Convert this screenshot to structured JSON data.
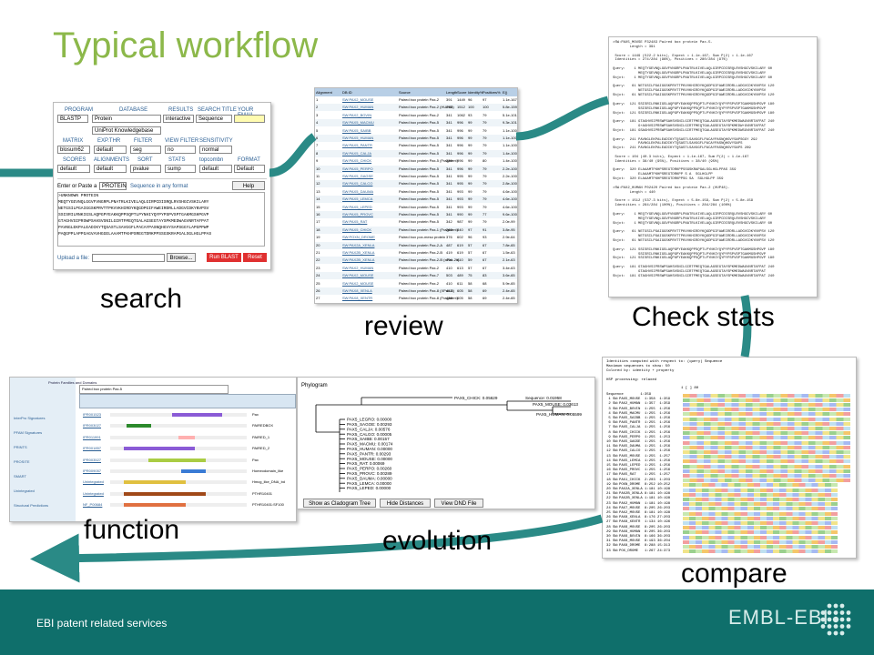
{
  "slide": {
    "title": "Typical workflow",
    "labels": {
      "search": "search",
      "review": "review",
      "check_stats": "Check stats",
      "function": "function",
      "evolution": "evolution",
      "compare": "compare"
    },
    "footer": "EBI patent related services",
    "logo": "EMBL-EBI"
  },
  "colors": {
    "title": "#8cb84a",
    "footer_bg": "#0f6f6b",
    "arrow": "#2a8a86"
  },
  "search_panel": {
    "headers1": [
      "PROGRAM",
      "DATABASE",
      "RESULTS",
      "SEARCH TITLE",
      "YOUR EMAIL"
    ],
    "program": "BLASTP",
    "database": "Protein",
    "results": "interactive",
    "title_value": "Sequence",
    "db2": "UniProt Knowledgebase",
    "headers2": [
      "MATRIX",
      "EXP.THR",
      "FILTER",
      "VIEW FILTER",
      "SENSITIVITY"
    ],
    "row2": [
      "blosum62",
      "default",
      "seg",
      "no",
      "normal"
    ],
    "headers3": [
      "SCORES",
      "ALIGNMENTS",
      "SORT",
      "STATS",
      "topcombn",
      "FORMAT"
    ],
    "row3": [
      "default",
      "default",
      "pvalue",
      "sump",
      "default",
      "Default"
    ],
    "enter_label": "Enter or Paste a",
    "seq_type": "PROTEIN",
    "any_format": "Sequence in any format",
    "help": "Help",
    "sequence": ">UNKNOWN PROTEIN\nMEQTYGEVNQLGGVFVNGRPLPNATRLKIVELAQLGIRPCDISRQLRVSHGCVSKILARY\nNETGSILPGAIGGSKPRVTTPKVVKHIRDYKQGDPGIFAWEIRDRLLADGVCDKYNVPSV\nSSISRILRNKIGSLAQPGPYEAKKQPPSQPTLPYNHIYQYPYPSPVSPTGAKMGSHPGVP\nGTAGHVSIPRSWPSAHSVSNILGIRTFMEQTGALAGSEGTAYSPKMEDWAGVNRTAFPAT\nPAVNGLEKPALEADIKYTQSASTLSAVGGFLPACAYPASNQHGVYSAPSGGYLAPGPPWP\nPAQGPPLAPPGAGVAVHGGELAAAMTFKHPSREGTDRKPPSSGSKRAPGALSGLHGLPPAS",
    "upload_label": "Upload a file:",
    "browse": "Browse...",
    "run": "Run BLAST",
    "reset": "Reset"
  },
  "review_panel": {
    "headers": [
      "Alignment",
      "DB:ID",
      "Source",
      "Length",
      "Score",
      "Identity%",
      "Positives%",
      "E()"
    ],
    "rows": [
      [
        "1",
        "SW:PAX2_MOUSE",
        "Paired box protein Pax-2",
        "391",
        "1449",
        "96",
        "97",
        "1.1e-167"
      ],
      [
        "2",
        "SW:PAX2_HUMAN",
        "Paired box protein Pax-2 (HUP48)",
        "440",
        "1512",
        "100",
        "100",
        "5.8e-159"
      ],
      [
        "3",
        "SW:PAX2_BOVIN",
        "Paired box protein Pax-2",
        "341",
        "1062",
        "93",
        "79",
        "5.1e-101"
      ],
      [
        "4",
        "SW:PAX5_MACMU",
        "Paired box protein Pax-5",
        "341",
        "996",
        "99",
        "79",
        "9.3e-101"
      ],
      [
        "5",
        "SW:PAX5_SAIBB",
        "Paired box protein Pax-5",
        "341",
        "996",
        "99",
        "79",
        "1.1e-100"
      ],
      [
        "6",
        "SW:PAX5_HUMAN",
        "Paired box protein Pax-5",
        "341",
        "996",
        "99",
        "79",
        "1.1e-100"
      ],
      [
        "7",
        "SW:PAX5_PANTR",
        "Paired box protein Pax-5",
        "341",
        "996",
        "99",
        "79",
        "1.1e-100"
      ],
      [
        "8",
        "SW:PAX5_CALJA",
        "Paired box protein Pax-5",
        "341",
        "996",
        "99",
        "79",
        "1.4e-100"
      ],
      [
        "9",
        "SW:PAX5_CHICK",
        "Paired box protein Pax-5 (Fragment)",
        "339",
        "996",
        "99",
        "80",
        "1.4e-100"
      ],
      [
        "10",
        "SW:PAX5_PERPO",
        "Paired box protein Pax-5",
        "341",
        "996",
        "99",
        "79",
        "2.2e-100"
      ],
      [
        "11",
        "SW:PAX5_GAGSE",
        "Paired box protein Pax-5",
        "341",
        "995",
        "99",
        "79",
        "2.2e-100"
      ],
      [
        "12",
        "SW:PAX5_CALCO",
        "Paired box protein Pax-5",
        "341",
        "995",
        "99",
        "79",
        "2.8e-100"
      ],
      [
        "13",
        "SW:PAX5_DAUMA",
        "Paired box protein Pax-5",
        "341",
        "993",
        "99",
        "79",
        "4.6e-100"
      ],
      [
        "14",
        "SW:PAX5_LEMCA",
        "Paired box protein Pax-5",
        "341",
        "993",
        "99",
        "79",
        "4.6e-100"
      ],
      [
        "15",
        "SW:PAX5_LEPED",
        "Paired box protein Pax-5",
        "341",
        "993",
        "99",
        "79",
        "4.6e-100"
      ],
      [
        "16",
        "SW:PAX5_PROVC",
        "Paired box protein Pax-5",
        "341",
        "990",
        "99",
        "77",
        "9.6e-100"
      ],
      [
        "17",
        "SW:PAX5_RAT",
        "Paired box protein Pax-5",
        "342",
        "987",
        "99",
        "79",
        "2.0e-99"
      ],
      [
        "18",
        "SW:PAX5_CHICK",
        "Paired box protein Pax-1 (Fragment)",
        "263",
        "840",
        "97",
        "91",
        "3.8e-95"
      ],
      [
        "19",
        "SW:POXN_DROME",
        "Paired box pox-meso protein",
        "376",
        "602",
        "96",
        "93",
        "2.9e-64"
      ],
      [
        "20",
        "SW:PAX2A_XENLA",
        "Paired box protein Pax-2-A",
        "487",
        "619",
        "57",
        "67",
        "7.8e-65"
      ],
      [
        "21",
        "SW:PAX2B_XENLA",
        "Paired box protein Pax-2-B",
        "419",
        "619",
        "57",
        "67",
        "1.5e-63"
      ],
      [
        "22",
        "SW:PAX2B_XENLA",
        "Paired box protein Pax-2-B (xPax-2b)",
        "494",
        "610",
        "59",
        "67",
        "2.1e-63"
      ],
      [
        "23",
        "SW:PAX2_HUMAN",
        "Paired box protein Pax-2",
        "410",
        "613",
        "57",
        "67",
        "3.4e-63"
      ],
      [
        "24",
        "SW:PAX2_MOUSE",
        "Paired box protein Pax-7",
        "503",
        "489",
        "75",
        "83",
        "3.6e-65"
      ],
      [
        "25",
        "SW:PAX2_MOUSE",
        "Paired box protein Pax-2",
        "410",
        "611",
        "58",
        "68",
        "5.9e-65"
      ],
      [
        "26",
        "SW:PAX8_XENLA",
        "Paired box protein Pax-8 (XPax-8)",
        "453",
        "605",
        "58",
        "69",
        "2.4e-65"
      ],
      [
        "27",
        "SW:PAX8_XENTR",
        "Paired box protein Pax-8 (Fragment)",
        "438",
        "605",
        "58",
        "69",
        "2.4e-65"
      ]
    ]
  },
  "stats_panel": {
    "lines": [
      ">SW:PAX5_MOUSE P32483 Paired box protein Pax-5.",
      "        Length = 391",
      "",
      " Score = 1449 (522.2 bits), Expect = 1.1e-167, Sum P(2) = 1.1e-167",
      " Identities = 274/284 (96%), Positives = 280/284 (97%)",
      "",
      "Query:    1 MEQTYGEVNQLGGVFVNGRPLPNATRLKIVELAQLGIRPCDISRQLRVSHGCVSKILARY 60",
      "            MEQTYGEVNQLGGVFVNGRPLPNATRLKIVELAQLGIRPCDISRQLRVSHGCVSKILARY",
      "Sbjct:    1 MEQTYGEVNQLGGVFVNGRPLPNATRLKIVELAQLGIRPCDISRQLRVSHGCVSKILARY 60",
      "",
      "Query:   61 NETGSILPGAIGGSKPRVTTPKVVKHIRDYKQGDPGIFAWEIRDRLLADGVCDKYNVPSV 120",
      "            NETGSILPGAIGGSKPRVTTPKVVKHIRDYKQGDPGIFAWEIRDRLLADGVCDKYNVPSV",
      "Sbjct:   61 NETGSILPGAIGGSKPRVTTPKVVKHIRDYKQGDPGIFAWEIRDRLLADGVCDKYNVPSV 120",
      "",
      "Query:  121 SSISRILRNKIGSLAQPGPYEAKKQPPSQPTLPYNHIYQYPYPSPVSPTGAKMGSHPGVP 180",
      "            SSISRILRNKIGSLAQPGPYEAKKQPPSQPTLPYNHIYQYPYPSPVSPTGAKMGSHPGVP",
      "Sbjct:  121 SSISRILRNKIGSLAQPGPYEAKKQPPSQPTLPYNHIYQYPYPSPVSPTGAKMGSHPGVP 180",
      "",
      "Query:  181 GTAGHVSIPRSWPSAHSVSNILGIRTFMEQTGALAGSEGTAYSPKMEDWAGVNRTAFPAT 240",
      "            G+AGHVSIPRSWPSAHSVSNILGIRTFMEQTGALAGSEGTAYSPKMEDW+GVNRTAFPAT",
      "Sbjct:  181 GSAGHVSIPRSWPSAHSVSNILGIRTFMEQTGALAGSEGTAYSPKMEDWSGVNRTAFPAT 240",
      "",
      "Query:  241 PAVNGLEKPALEADIKYTQSASTLSAVGGFLPACAYPASNQHGVYSAPSGGY 292",
      "            PAVNGLEKPALEADIKYTQSASTLSAVGGFLPACAYPASNQHGVYSAPS   ",
      "Sbjct:  241 PAVNGLEKPALEADIKYTQSASTLSAVGGFLPACAYPASNQHGVYSAPS 289",
      "",
      " Score = 104 (40.3 bits), Expect = 1.1e-167, Sum P(2) = 1.1e-167",
      " Identities = 38/40 (95%), Positives = 38/40 (95%)",
      "",
      "Query:  320 ELAAAMTFKHPSREGTDRKPPSSGSKRAPGALSGLHGLPPAS 359",
      "            ELAAAMTFKHPSREGTDRKPP S A  SGLHGLPP",
      "Sbjct:  320 ELAAAMTFKHPSREGTDRKPPSG SA  SGLHGLPP 359",
      "",
      ">SW:PAX2_HUMAN P02420 Paired box protein Pax-2 (HUP48).",
      "        Length = 440",
      "",
      " Score = 1512 (537.3 bits), Expect = 5.8e-159, Sum P(2) = 5.8e-159",
      " Identities = 284/284 (100%), Positives = 284/284 (100%)",
      "",
      "Query:    1 MEQTYGEVNQLGGVFVNGRPLPNATRLKIVELAQLGIRPCDISRQLRVSHGCVSKILARY 60",
      "            MEQTYGEVNQLGGVFVNGRPLPNATRLKIVELAQLGIRPCDISRQLRVSHGCVSKILARY",
      "Sbjct:    1 MEQTYGEVNQLGGVFVNGRPLPNATRLKIVELAQLGIRPCDISRQLRVSHGCVSKILARY 60",
      "",
      "Query:   61 NETGSILPGAIGGSKPRVTTPKVVKHIRDYKQGDPGIFAWEIRDRLLADGVCDKYNVPSV 120",
      "            NETGSILPGAIGGSKPRVTTPKVVKHIRDYKQGDPGIFAWEIRDRLLADGVCDKYNVPSV",
      "Sbjct:   61 NETGSILPGAIGGSKPRVTTPKVVKHIRDYKQGDPGIFAWEIRDRLLADGVCDKYNVPSV 120",
      "",
      "Query:  121 SSISRILRNKIGSLAQPGPYEAKKQPPSQPTLPYNHIYQYPYPSPVSPTGAKMGSHPGVP 180",
      "            SSISRILRNKIGSLAQPGPYEAKKQPPSQPTLPYNHIYQYPYPSPVSPTGAKMGSHPGVP",
      "Sbjct:  121 SSISRILRNKIGSLAQPGPYEAKKQPPSQPTLPYNHIYQYPYPSPVSPTGAKMGSHPGVP 180",
      "",
      "Query:  181 GTAGHVSIPRSWPSAHSVSNILGIRTFMEQTGALAGSEGTAYSPKMEDWAGVNRTAFPAT 240",
      "            GTAGHVSIPRSWPSAHSVSNILGIRTFMEQTGALAGSEGTAYSPKMEDWAGVNRTAFPAT",
      "Sbjct:  181 GTAGHVSIPRSWPSAHSVSNILGIRTFMEQTGALAGSEGTAYSPKMEDWAGVNRTAFPAT 240"
    ]
  },
  "function_panel": {
    "title": "Protein Families and Domains",
    "seq_label": "Paired box protein Pax-5",
    "left_labels": [
      "InterPro Signatures",
      "PFAM Signatures",
      "PRINTS",
      "PROSITE",
      "SMART",
      "Unintegrated",
      "Structural Predictions"
    ],
    "ids": [
      "IPR001523",
      "IPR003027",
      "IPR011991",
      "IPR001857",
      "IPR003527",
      "IPR009057",
      "Unintegrated",
      "Unintegrated",
      "NF_P00684"
    ],
    "right_labels": [
      "Pax",
      "PAIREDBOX",
      "PAIRED_1",
      "PAIRED_2",
      "Pax",
      "Homeodomain_like",
      "Hmcg_like_DNA_bd",
      "PTHR10401",
      "PTHR10401:SF100"
    ]
  },
  "tree_panel": {
    "title": "Phylogram",
    "leaves": [
      "PAX5_CHICK: 0.05629",
      "Sequence: 0.01958",
      "PAX5_MOUSE: 0.03613",
      "PAX5_HUMAN: 0.05599",
      "PAX5_LEGRO: 0.00000",
      "PAX5_SAGOE: 0.00293",
      "PAX5_CALJA: 0.00576",
      "PAX5_CALGO: 0.00005",
      "PAX5_SAIBB: 0.00157",
      "PAX5_MACMU: 0.00174",
      "PAX5_HUMAN: 0.00000",
      "PAX5_PANTR: 0.00293",
      "PAX5_MOUSE: 0.00000",
      "PAX5_RAT: 0.00069",
      "PAX5_PERPO: 0.00260",
      "PAX5_PROVC: 0.00289",
      "PAX5_DAUMA: 0.00000",
      "PAX5_LEMCA: 0.00000",
      "PAX5_LEPED: 0.00000"
    ],
    "buttons": [
      "Show as Cladogram Tree",
      "Hide Distances",
      "View DND File"
    ]
  },
  "compare_panel": {
    "header_lines": [
      "Identities computed with respect to: (query) Sequence",
      "Maximum sequences to show: 50",
      "Colored by: identity + property",
      "",
      "HSP processing: relaxed"
    ],
    "ruler": "1 [                                                        ] 80",
    "rows": [
      "Sequence        1:359",
      " 1 SW:PAX5_MOUSE  1:358  1:359",
      " 2 SW:PAX2_HUMAN  1:357  1:359",
      " 3 SW:PAX5_BOVIN  1:255  1:256",
      " 4 SW:PAX5_MACMU  1:255  1:256",
      " 5 SW:PAX5_SAIBB  1:255  1:256",
      " 6 SW:PAX5_PANTR  1:255  1:256",
      " 7 SW:PAX5_CALJA  1:255  1:256",
      " 8 SW:PAX5_CHICK  1:255  1:256",
      " 9 SW:PAX5_PERPO  1:255  1:253",
      "10 SW:PAX5_GAGSE  1:255  1:256",
      "11 SW:PAX5_DAUMA  1:255  1:256",
      "12 SW:PAX5_CALCO  1:255  1:256",
      "13 SW:PAX5_MOUSE  1:255  1:257",
      "14 SW:PAX5_LEMCA  1:255  1:256",
      "15 SW:PAX5_LEPED  1:255  1:256",
      "16 SW:PAX5_PROVC  1:255  1:256",
      "17 SW:PAX5_RAT    1:255  1:257",
      "18 SW:PAX1_CHICK  2:203  1:203",
      "19 SW:POXN_DROME  8:252 10:252",
      "20 SW:PAX2A_XENLA 1:181 10:198",
      "21 SW:PAX2B_XENLA 8:181 10:198",
      "22 SW:PAX2B_XENLA 1:181 10:198",
      "23 SW:PAX2_HUMAN  1:181 10:198",
      "24 SW:PAX7_MOUSE  8:205 26:203",
      "25 SW:PAX2_MOUSE  8:181 10:198",
      "26 SW:PAX8_XENLA  8:176 27:203",
      "27 SW:PAX8_XENTR  1:134 10:196",
      "28 SW:PAX6_MOUSE  8:205 26:203",
      "29 SW:PAX6_HUMAN  8:205 36:203",
      "30 SW:PAX6_BOVIN  8:166 36:203",
      "31 SW:PAX6_MOUSE  8:193 36:204",
      "32 SW:PAX8_DROME  8:288 15:313",
      "33 SW:POX_DROME   1:267 24:373"
    ]
  }
}
